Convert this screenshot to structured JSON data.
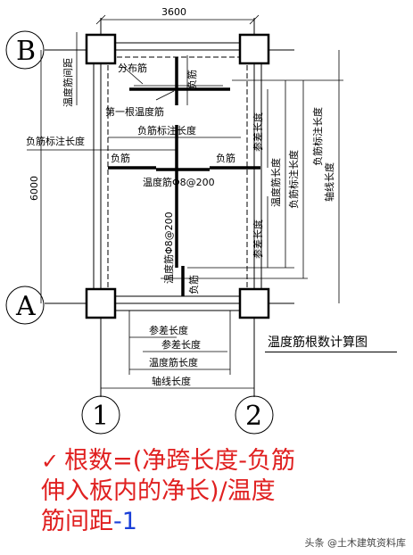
{
  "axes": {
    "top_span": "3600",
    "left_span": "6000",
    "row_b": "B",
    "row_a": "A",
    "col_1": "1",
    "col_2": "2"
  },
  "labels": {
    "temp_spacing": "温度筋间距",
    "distribution_bar": "分布筋",
    "neg_bar_top": "负筋",
    "first_temp_bar": "第一根温度筋",
    "neg_label_length_left": "负筋标注长度",
    "neg_label_length_mid": "负筋标注长度",
    "neg_bar_left": "负筋",
    "neg_bar_right": "负筋",
    "temp_bar_horizontal": "温度筋Φ8@200",
    "temp_bar_vertical": "温度筋Φ8@200",
    "neg_bar_bottom": "负筋",
    "lap_length_r1": "参差长度",
    "temp_bar_length_r": "温度筋长度",
    "neg_label_length_r": "负筋标注长度",
    "axis_length_r": "轴线长度",
    "lap_length_r2": "参差长度",
    "lap_length_b1": "参差长度",
    "lap_length_b2": "参差长度",
    "temp_bar_length_b": "温度筋长度",
    "axis_length_b": "轴线长度"
  },
  "caption": "温度筋根数计算图",
  "formula": {
    "check": "✓",
    "line1": "根数=(净跨长度-负筋",
    "line2": "伸入板内的净长)/温度",
    "line3_main": "筋间距",
    "line3_tail": "-1"
  },
  "watermark": "头条 @土木建筑资料库",
  "colors": {
    "formula": "#e02020",
    "formula_tail": "#1a3fd8",
    "ink": "#000000"
  }
}
